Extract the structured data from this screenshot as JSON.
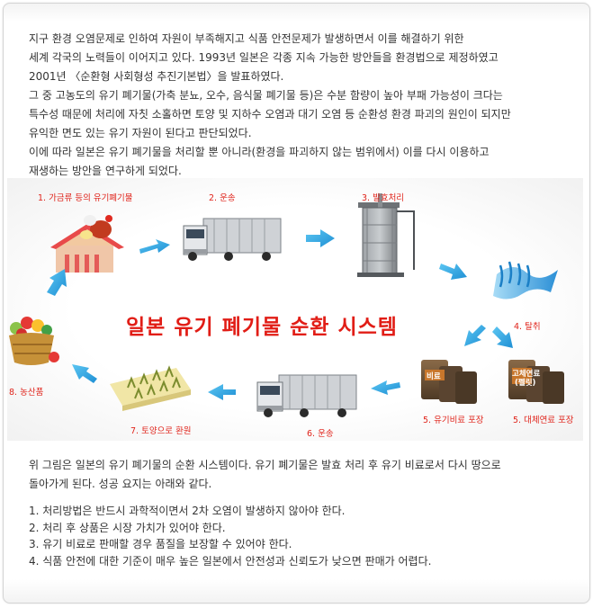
{
  "intro_paragraphs": [
    "지구 환경 오염문제로 인하여 자원이 부족해지고 식품 안전문제가 발생하면서 이를 해결하기 위한",
    "세계 각국의 노력들이 이어지고 있다. 1993년 일본은 각종 지속 가능한 방안들을 환경법으로 제정하였고",
    "2001년 〈순환형 사회형성 추진기본법〉을 발표하였다.",
    "그 중 고농도의 유기 폐기물(가축 분뇨, 오수, 음식물 폐기물 등)은 수분 함량이 높아 부패 가능성이 크다는",
    "특수성 때문에 처리에 자칫 소홀하면 토양 및 지하수 오염과 대기 오염 등 순환성 환경 파괴의 원인이 되지만",
    "유익한 면도 있는 유기 자원이 된다고 판단되었다.",
    "이에 따라 일본은 유기 폐기물을 처리할 뿐 아니라(환경을 파괴하지 않는 범위에서) 이를 다시 이용하고",
    "재생하는 방안을 연구하게 되었다."
  ],
  "diagram": {
    "title": "일본 유기 폐기물 순환 시스템",
    "steps": {
      "s1": "1. 가금류 등의 유기폐기물",
      "s2": "2. 운송",
      "s3": "3. 발효처리",
      "s4": "4. 탈취",
      "s5a": "5. 유기비료 포장",
      "s5b": "5. 대체연료 포장",
      "s6": "6. 운송",
      "s7": "7. 토양으로 환원",
      "s8": "8. 농산품"
    },
    "sack_labels": {
      "fertilizer": "비료",
      "fuel_line1": "고체연료",
      "fuel_line2": "(펠릿)"
    },
    "colors": {
      "label_red": "#e0241b",
      "title_red": "#e11d16",
      "arrow_blue": "#2aa3e0"
    }
  },
  "summary_paragraphs": [
    "위 그림은 일본의 유기 폐기물의 순환 시스템이다. 유기 폐기물은 발효 처리 후 유기 비료로서 다시 땅으로",
    "돌아가게 된다. 성공 요지는 아래와 같다."
  ],
  "requirements": [
    "1. 처리방법은 반드시 과학적이면서 2차 오염이 발생하지 않아야 한다.",
    "2. 처리 후 상품은 시장 가치가 있어야 한다.",
    "3. 유기 비료로 판매할 경우 품질을 보장할 수 있어야 한다.",
    "4. 식품 안전에 대한 기준이 매우 높은 일본에서 안전성과 신뢰도가 낮으면 판매가 어렵다."
  ]
}
